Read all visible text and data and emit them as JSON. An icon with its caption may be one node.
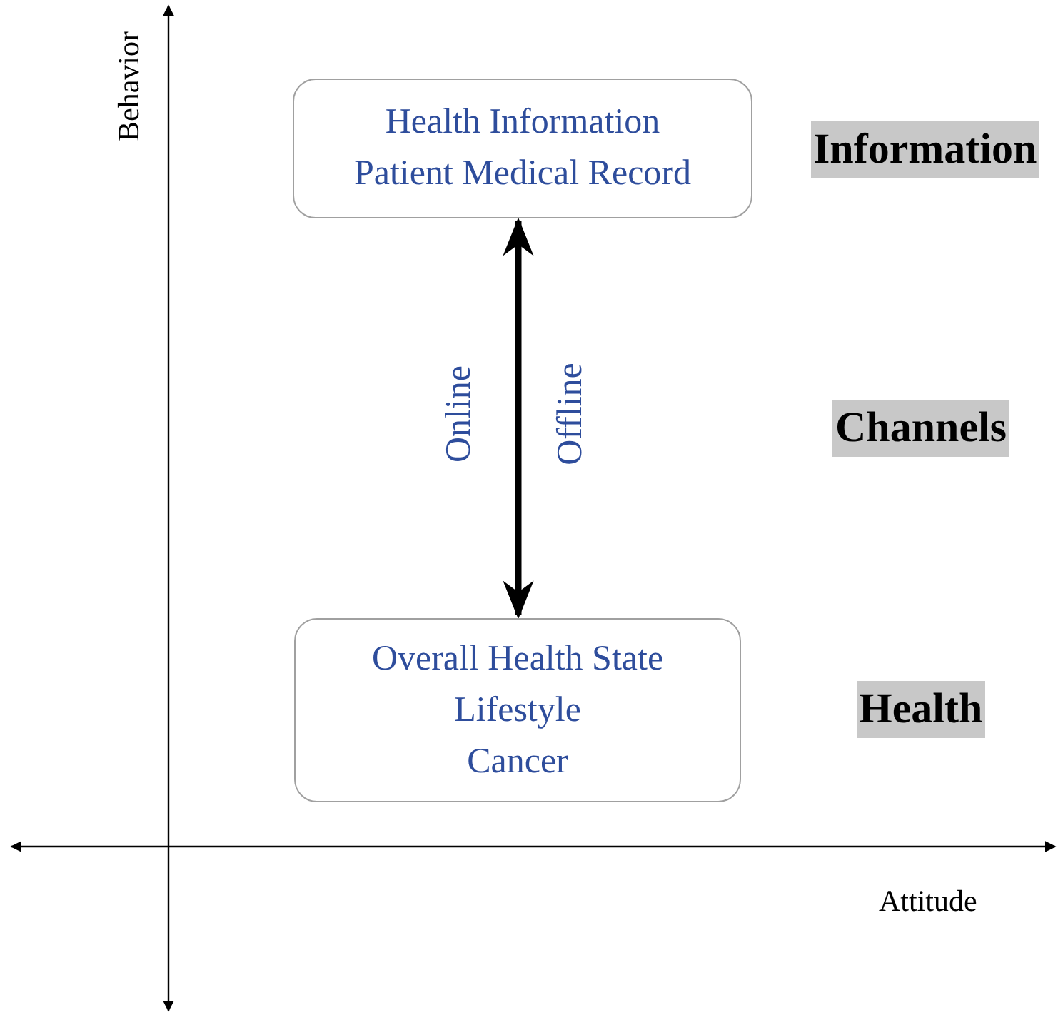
{
  "diagram": {
    "nodes": [
      {
        "text": [
          "Health Information",
          "Patient Medical Record"
        ]
      },
      {
        "text": [
          "Overall Health State",
          "Lifestyle",
          "Cancer"
        ]
      }
    ],
    "edges": [
      {
        "from": 0,
        "to": 1,
        "arrow": "both"
      }
    ],
    "labels": [
      "Behavior",
      "Information",
      "Online",
      "Offline",
      "Channels",
      "Health",
      "Attitude"
    ]
  }
}
